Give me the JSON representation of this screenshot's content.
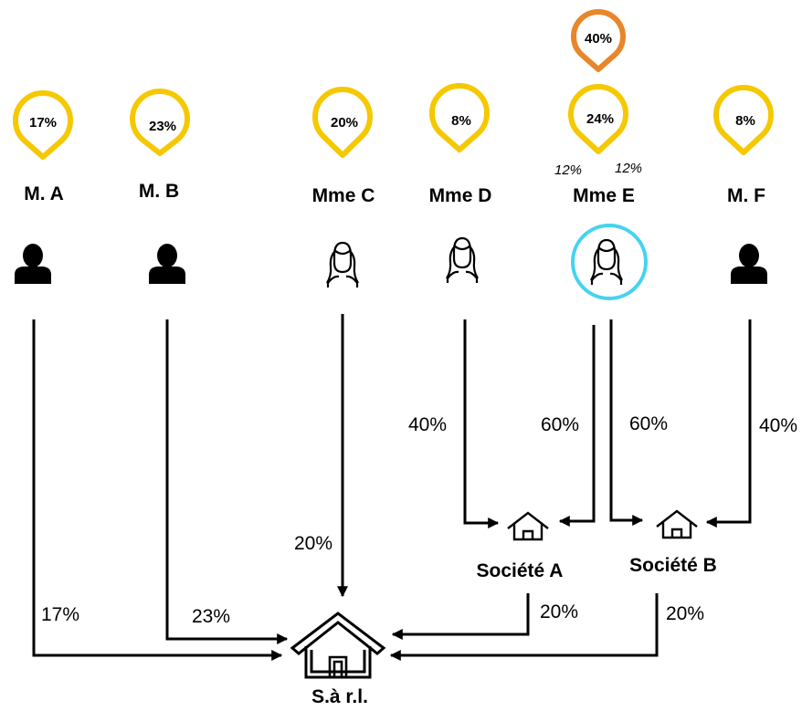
{
  "colors": {
    "pin": "#F5C800",
    "pin_highlight": "#E8862A",
    "selected_ring": "#45D3F0",
    "line": "#000000"
  },
  "people": [
    {
      "name": "M. A",
      "share": "17%",
      "icon": "man-icon"
    },
    {
      "name": "M. B",
      "share": "23%",
      "icon": "man-icon"
    },
    {
      "name": "Mme C",
      "share": "20%",
      "icon": "woman-icon"
    },
    {
      "name": "Mme D",
      "share": "8%",
      "icon": "woman-icon"
    },
    {
      "name": "Mme E",
      "share": "24%",
      "icon": "woman-icon"
    },
    {
      "name": "M. F",
      "share": "8%",
      "icon": "man-icon"
    }
  ],
  "highlight": {
    "share": "40%"
  },
  "mme_e_split": {
    "left": "12%",
    "right": "12%"
  },
  "companies": {
    "a": {
      "name": "Société A",
      "icon": "house-icon"
    },
    "b": {
      "name": "Société B",
      "icon": "house-icon"
    },
    "sarl": {
      "name": "S.à r.l.",
      "icon": "house-icon"
    }
  },
  "edges": {
    "ma_sarl": "17%",
    "mb_sarl": "23%",
    "mmec_sarl": "20%",
    "mmed_a": "40%",
    "mmee_a": "60%",
    "mmee_b": "60%",
    "mf_b": "40%",
    "a_sarl": "20%",
    "b_sarl": "20%"
  }
}
